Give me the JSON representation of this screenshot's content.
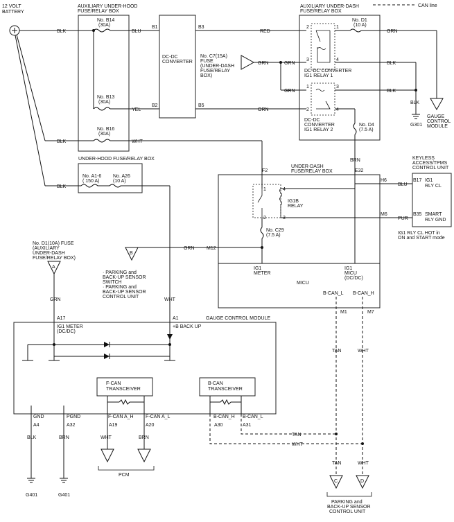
{
  "legend": {
    "can_line": "CAN line"
  },
  "battery": {
    "label_line1": "12 VOLT",
    "label_line2": "BATTERY"
  },
  "aux_hood_box": {
    "title_line1": "AUXILIARY UNDER-HOOD",
    "title_line2": "FUSE/RELAY BOX",
    "fuse_b14": "No. B14",
    "fuse_b14_amp": "(30A)",
    "fuse_b13": "No. B13",
    "fuse_b13_amp": "(30A)",
    "fuse_b16": "No. B16",
    "fuse_b16_amp": "(30A)"
  },
  "underhood_box": {
    "title": "UNDER-HOOD FUSE/RELAY BOX",
    "fuse_a16": "No. A1-6",
    "fuse_a16_amp": "( 150 A)",
    "fuse_a26": "No. A26",
    "fuse_a26_amp": "(10 A)"
  },
  "dcdc_converter": {
    "line1": "DC-DC",
    "line2": "CONVERTER",
    "pin_b1": "B1",
    "pin_b2": "B2",
    "pin_b3": "B3",
    "pin_b5": "B5"
  },
  "fuse_c7": {
    "line1": "No. C7(15A)",
    "line2": "FUSE",
    "line3": "(UNDER-DASH",
    "line4": "FUSE/RELAY",
    "line5": "BOX)"
  },
  "aux_dash_box": {
    "title_line1": "AUXILIARY UNDER-DASH",
    "title_line2": "FUSE/RELAY BOX",
    "relay1_line1": "DC-DC CONVERTER",
    "relay1_line2": "IG1 RELAY 1",
    "relay2_line1": "DC-DC",
    "relay2_line2": "CONVERTER",
    "relay2_line3": "IG1 RELAY 2",
    "fuse_d1": "No. D1",
    "fuse_d1_amp": "(10 A)",
    "fuse_d4": "No. D4",
    "fuse_d4_amp": "(7.5 A)"
  },
  "gauge_module_ref": {
    "line1": "GAUGE",
    "line2": "CONTROL",
    "line3": "MODULE"
  },
  "ground_g301": "G301",
  "underdash_box": {
    "title_line1": "UNDER-DASH",
    "title_line2": "FUSE/RELAY BOX",
    "pin_f2": "F2",
    "pin_e32": "E32",
    "pin_h6": "H6",
    "pin_m6": "M6",
    "pin_m12": "M12",
    "relay_line1": "IG1B",
    "relay_line2": "RELAY",
    "fuse_c29": "No. C29",
    "fuse_c29_amp": "(7.5 A)",
    "ig1_meter_line1": "IG1",
    "ig1_meter_line2": "METER",
    "micu": "MICU",
    "ig1_micu_line1": "IG1",
    "ig1_micu_line2": "MICU",
    "ig1_micu_line3": "(DC/DC)",
    "bcan_l": "B-CAN_L",
    "bcan_h": "B-CAN_H",
    "pin_m1": "M1",
    "pin_m7": "M7"
  },
  "keyless_unit": {
    "title_line1": "KEYLESS",
    "title_line2": "ACCESS/TPMS",
    "title_line3": "CONTROL UNIT",
    "pin_b17": "B17",
    "pin_b35": "B35",
    "ig1_rly": "IG1",
    "ig1_rly2": "RLY CL",
    "smart_line1": "SMART",
    "smart_line2": "RLY GND",
    "note_line1": "IG1 RLY CL HOT in",
    "note_line2": "ON and START mode"
  },
  "connector_a": {
    "letter": "A",
    "line1": "No. D1(10A) FUSE",
    "line2": "(AUXILIARY",
    "line3": "UNDER-DASH",
    "line4": "FUSE/RELAY BOX)"
  },
  "connector_b": {
    "letter": "B",
    "line1": "· PARKING and",
    "line2": "BACK-UP SENSOR",
    "line3": "SWITCH",
    "line4": "· PARKING and",
    "line5": "BACK-UP SENSOR",
    "line6": "CONTROL UNIT"
  },
  "gauge_module": {
    "title": "GAUGE CONTROL MODULE",
    "pin_a17": "A17",
    "ig1_meter_line1": "IG1 METER",
    "ig1_meter_line2": "(DC/DC)",
    "pin_a1": "A1",
    "backup": "+B BACK UP",
    "fcan_line1": "F-CAN",
    "fcan_line2": "TRANSCEIVER",
    "bcan_line1": "B-CAN",
    "bcan_line2": "TRANSCEIVER",
    "gnd": "GND",
    "pgnd": "PGND",
    "pin_a4": "A4",
    "pin_a32": "A32",
    "fcan_h": "F-CAN A_H",
    "fcan_l": "F-CAN A_L",
    "pin_a19": "A19",
    "pin_a20": "A20",
    "bcan_h": "B-CAN_H",
    "bcan_l": "B-CAN_L",
    "pin_a30": "A30",
    "pin_a31": "A31"
  },
  "pcm": "PCM",
  "ground_g401a": "G401",
  "ground_g401b": "G401",
  "parking_unit": {
    "line1": "PARKING and",
    "line2": "BACK-UP SENSOR",
    "line3": "CONTROL UNIT"
  },
  "connector_c": "C",
  "connector_d": "D",
  "wires": {
    "blk1": "BLK",
    "blu": "BLU",
    "red": "RED",
    "grn1": "GRN",
    "yel": "YEL",
    "orn": "ORN",
    "blk2": "BLK",
    "whc": "WHT",
    "blk3": "BLK",
    "blk4": "BLK",
    "grn_c7": "GRN",
    "grn_relay": "GRN",
    "blk_relay1": "BLK",
    "blk_relay2": "BLK",
    "blk_g301": "BLK",
    "brn": "BRN",
    "blu_keyless": "BLU",
    "pur": "PUR",
    "grn_m12": "GRN",
    "grn_a17": "GRN",
    "wht_a1": "WHT",
    "tan1": "TAN",
    "wht1": "WHT",
    "tan2": "TAN",
    "wht2": "WHT",
    "tan3": "TAN",
    "wht3": "WHT",
    "blk_gnd": "BLK",
    "brn_gnd": "BRN",
    "wht_pcm": "WHT",
    "brn_pcm": "BRN"
  }
}
